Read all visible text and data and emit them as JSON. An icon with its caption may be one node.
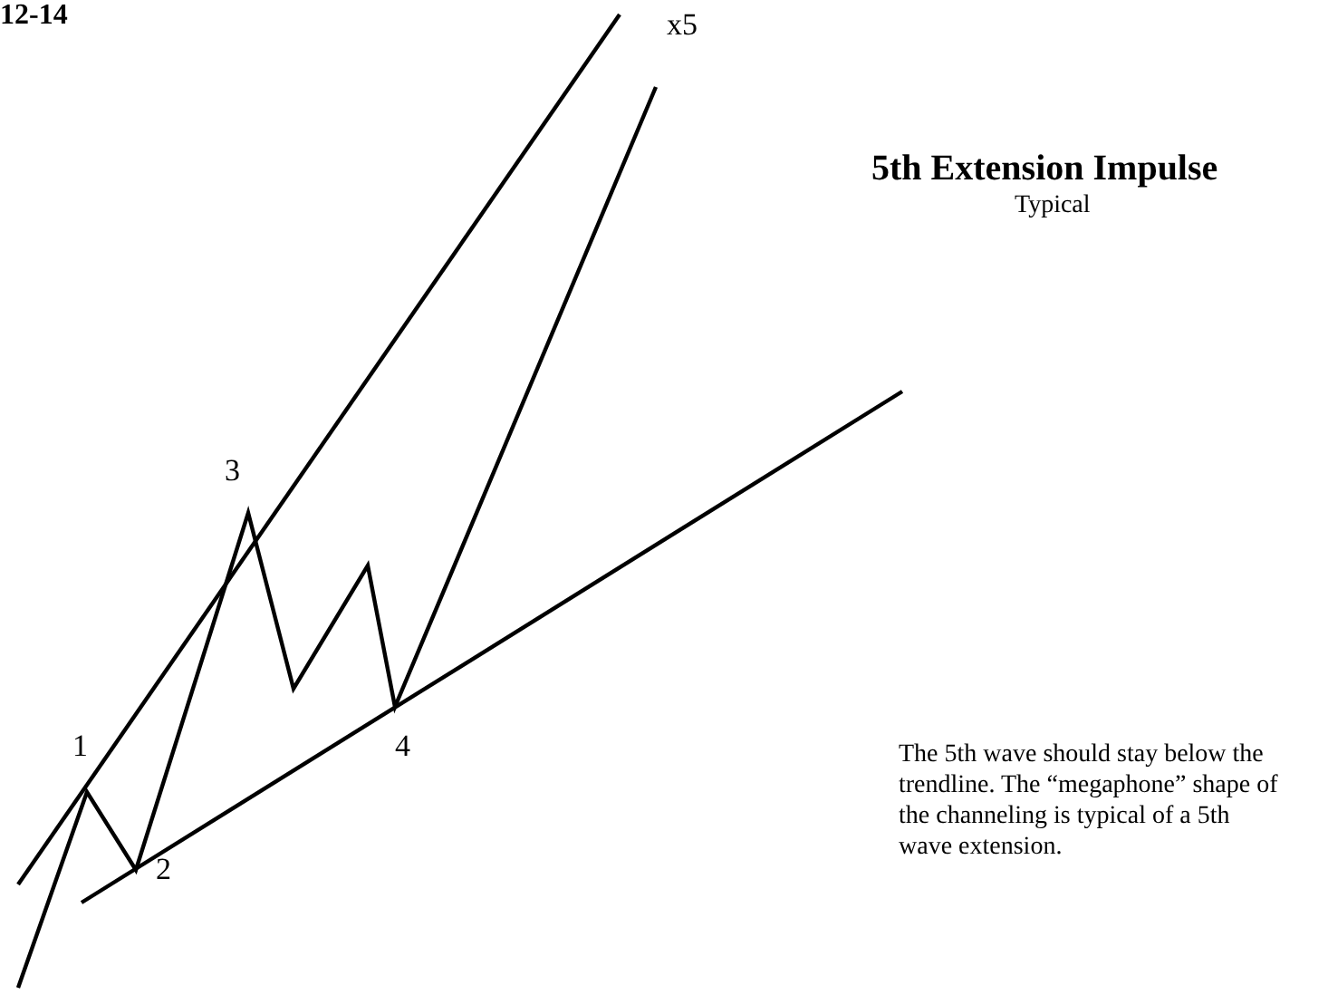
{
  "diagram": {
    "title": "5th Extension Impulse",
    "labels": [
      "12-14",
      "x5",
      "Typical",
      "3",
      "1",
      "4",
      "2",
      "The 5th wave should stay below the trendline. The “megaphone” shape of the channeling is typical of a 5th wave extension."
    ]
  }
}
